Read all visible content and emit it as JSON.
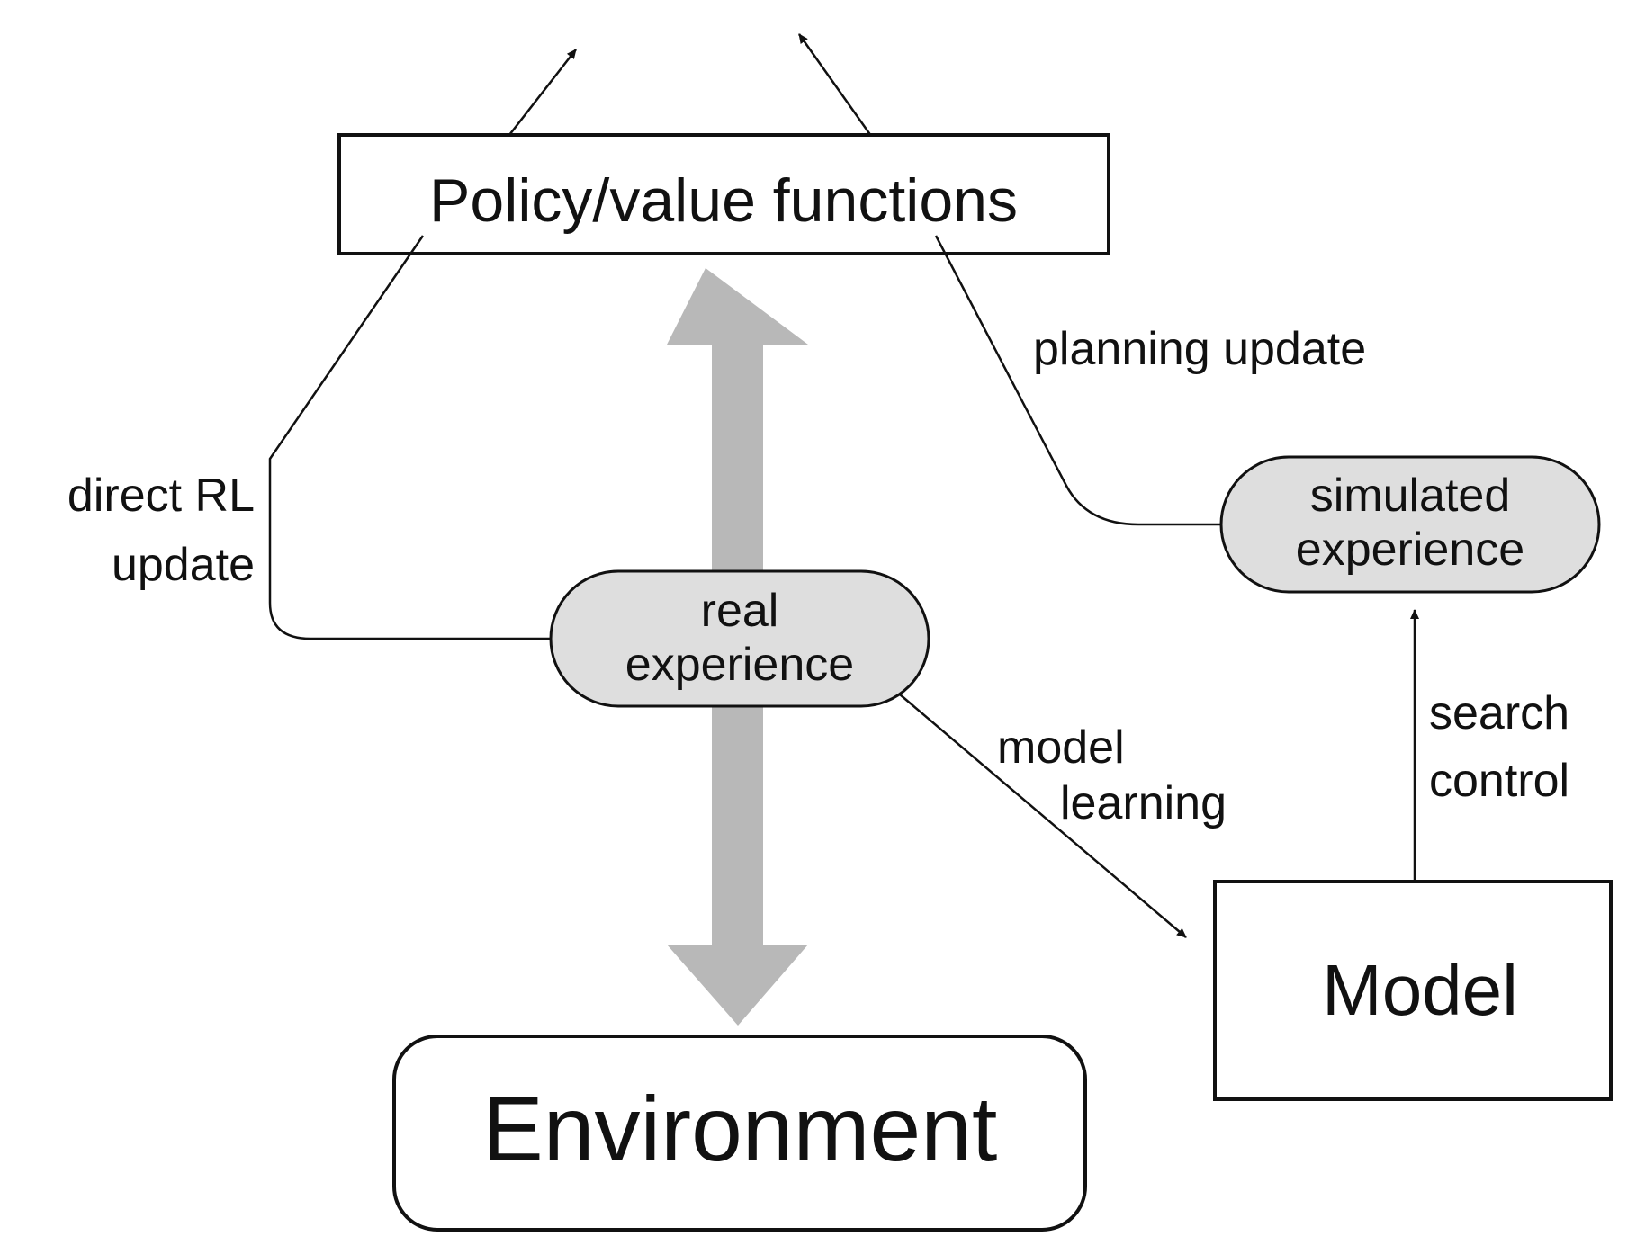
{
  "nodes": {
    "policy": {
      "label": "Policy/value functions"
    },
    "environment": {
      "label": "Environment"
    },
    "model": {
      "label": "Model"
    },
    "real_experience": {
      "line1": "real",
      "line2": "experience"
    },
    "simulated_experience": {
      "line1": "simulated",
      "line2": "experience"
    }
  },
  "edges": {
    "direct_rl": {
      "line1": "direct RL",
      "line2": "update"
    },
    "planning": {
      "label": "planning update"
    },
    "model_learning": {
      "line1": "model",
      "line2": "learning"
    },
    "search_control": {
      "line1": "search",
      "line2": "control"
    }
  },
  "colors": {
    "stroke": "#111111",
    "pill_fill": "#dedede",
    "big_arrow": "#b8b8b8"
  }
}
